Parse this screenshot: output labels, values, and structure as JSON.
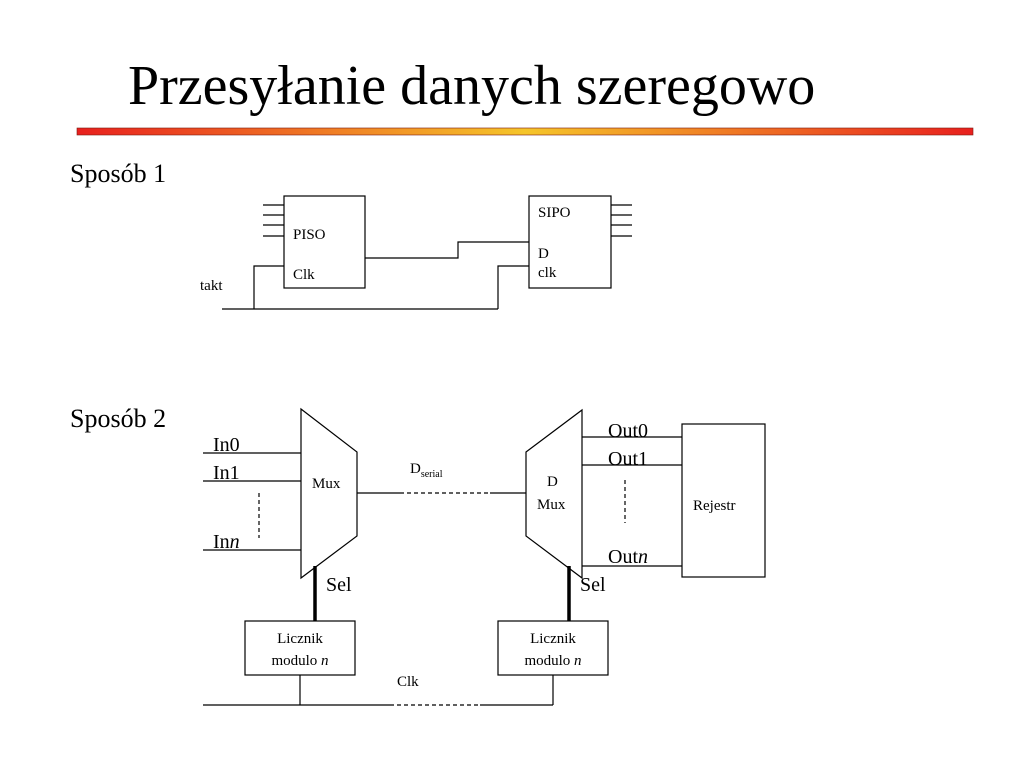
{
  "title": "Przesyłanie danych szeregowo",
  "accent_gradient": [
    "#e8201e",
    "#f5c52a",
    "#e8201e"
  ],
  "method1": {
    "heading": "Sposób 1",
    "piso": {
      "name": "PISO",
      "clk": "Clk"
    },
    "sipo": {
      "name": "SIPO",
      "d": "D",
      "clk": "clk"
    },
    "clock_label": "takt"
  },
  "method2": {
    "heading": "Sposób 2",
    "mux": {
      "label": "Mux",
      "sel": "Sel"
    },
    "inputs": [
      "In0",
      "In1",
      "In"
    ],
    "input_n_suffix": "n",
    "dserial": {
      "base": "D",
      "sub": "serial"
    },
    "demux": {
      "line1": "D",
      "line2": "Mux",
      "sel": "Sel"
    },
    "outputs": [
      "Out0",
      "Out1",
      "Out"
    ],
    "output_n_suffix": "n",
    "register": "Rejestr",
    "counter": {
      "line1": "Licznik",
      "line2": "modulo ",
      "italic": "n"
    },
    "clk": "Clk"
  }
}
